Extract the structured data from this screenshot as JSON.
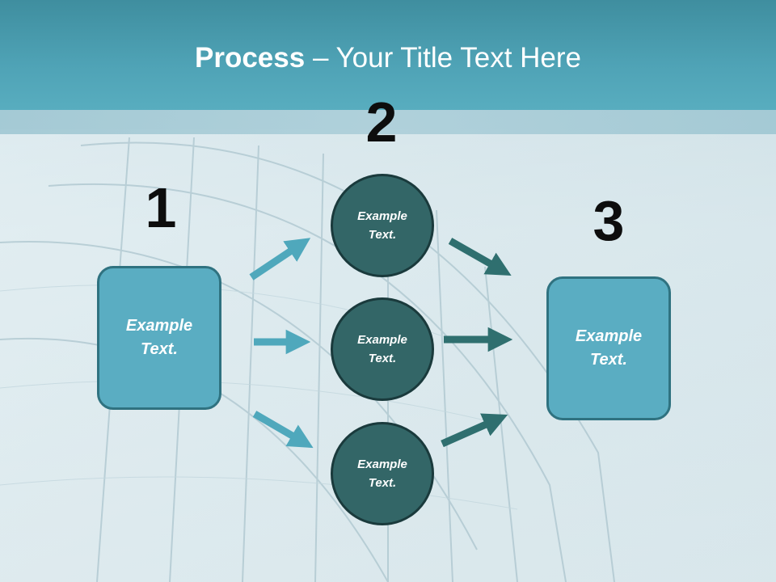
{
  "slide": {
    "title_strong": "Process",
    "title_rest": " – Your Title Text Here"
  },
  "steps": {
    "step1_number": "1",
    "step2_number": "2",
    "step3_number": "3"
  },
  "left_box": {
    "text_line1": "Example",
    "text_line2": "Text."
  },
  "right_box": {
    "text_line1": "Example",
    "text_line2": "Text."
  },
  "circles": [
    {
      "text_line1": "Example",
      "text_line2": "Text."
    },
    {
      "text_line1": "Example",
      "text_line2": "Text."
    },
    {
      "text_line1": "Example",
      "text_line2": "Text."
    }
  ],
  "colors": {
    "title_bar": "#4fa3b6",
    "box_fill": "#5aadc2",
    "circle_fill": "#336667",
    "arrow_light": "#4fa8bc",
    "arrow_dark": "#2f6f6f"
  }
}
